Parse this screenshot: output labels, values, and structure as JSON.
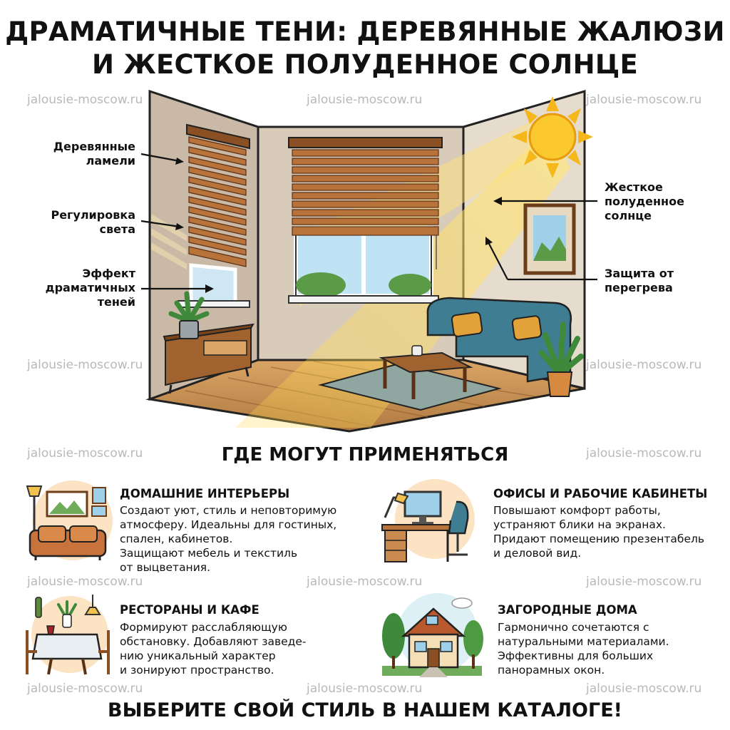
{
  "header": {
    "title_line1": "ДРАМАТИЧНЫЕ ТЕНИ: ДЕРЕВЯННЫЕ ЖАЛЮЗИ",
    "title_line2": "И ЖЕСТКОЕ ПОЛУДЕННОЕ СОЛНЦЕ"
  },
  "watermark": "jalousie-moscow.ru",
  "callouts": {
    "left": [
      {
        "line1": "Деревянные",
        "line2": "ламели"
      },
      {
        "line1": "Регулировка",
        "line2": "света"
      },
      {
        "line1": "Эффект",
        "line2": "драматичных",
        "line3": "теней"
      }
    ],
    "right": [
      {
        "line1": "Жесткое",
        "line2": "полуденное",
        "line3": "солнце"
      },
      {
        "line1": "Защита от",
        "line2": "перегрева"
      }
    ]
  },
  "section_title": "ГДЕ МОГУТ ПРИМЕНЯТЬСЯ",
  "cards": [
    {
      "icon": "living-room-icon",
      "title": "ДОМАШНИЕ ИНТЕРЬЕРЫ",
      "lines": [
        "Создают уют, стиль и неповторимую",
        "атмосферу. Идеальны для гостиных,",
        "спален, кабинетов.",
        "Защищают мебель и текстиль",
        "от выцветания."
      ]
    },
    {
      "icon": "office-desk-icon",
      "title": "ОФИСЫ И РАБОЧИЕ КАБИНЕТЫ",
      "lines": [
        "Повышают комфорт работы,",
        "устраняют блики на экранах.",
        "Придают помещению презентабель",
        "и деловой вид."
      ]
    },
    {
      "icon": "restaurant-table-icon",
      "title": "РЕСТОРАНЫ И КАФЕ",
      "lines": [
        "Формируют расслабляющую",
        "обстановку. Добавляют заведе-",
        "нию уникальный характер",
        "и зонируют пространство."
      ]
    },
    {
      "icon": "country-house-icon",
      "title": "ЗАГОРОДНЫЕ ДОМА",
      "lines": [
        "Гармонично сочетаются с",
        "натуральными материалами.",
        "Эффективны для больших",
        "панорамных окон."
      ]
    }
  ],
  "cta": "ВЫБЕРИТЕ СВОЙ СТИЛЬ В НАШЕМ КАТАЛОГЕ!"
}
